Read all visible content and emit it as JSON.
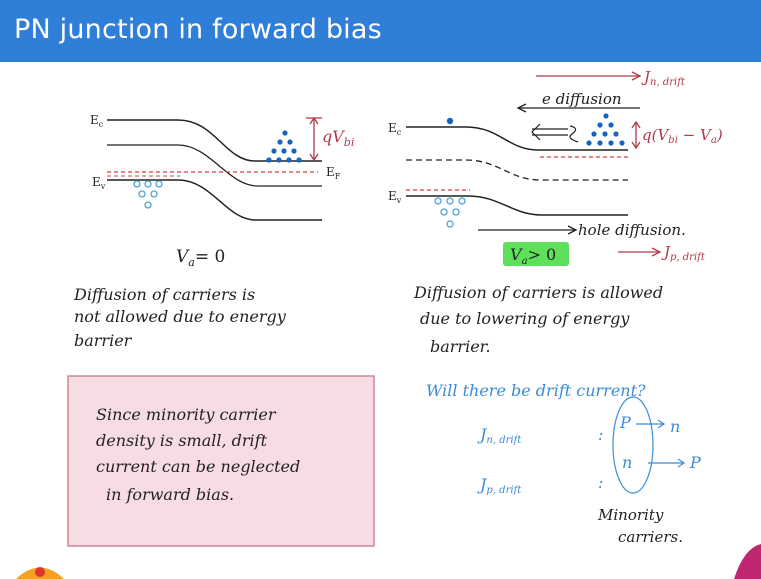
{
  "slide": {
    "title": "PN junction in forward bias"
  },
  "colors": {
    "title_bg": "#2f7ed8",
    "ink": "#222222",
    "electron_blue": "#1565c0",
    "hole_blue": "#4fa3d9",
    "red_ink": "#b03a48",
    "fermi_red": "#d04040",
    "blue_ink": "#3a8bd8",
    "highlight": "#5ee05a",
    "note_bg": "#f7dde3",
    "note_border": "#c98a96"
  },
  "left_diagram": {
    "ec_label": "E",
    "ec_sub": "c",
    "ev_label": "E",
    "ev_sub": "v",
    "ef_label": "E",
    "ef_sub": "F",
    "barrier_label": "qV",
    "barrier_sub": "bi",
    "bias_label": "V",
    "bias_sub": "a",
    "bias_value": "= 0"
  },
  "right_diagram": {
    "ec_label": "E",
    "ec_sub": "c",
    "ev_label": "E",
    "ev_sub": "v",
    "barrier_label": "q(V",
    "barrier_sub1": "bi",
    "barrier_mid": " − V",
    "barrier_sub2": "a",
    "barrier_end": ")",
    "bias_label": "V",
    "bias_sub": "a",
    "bias_value": "> 0",
    "jn_drift": "J",
    "jn_drift_sub": "n, drift",
    "e_diffusion": "e diffusion",
    "hole_diffusion": "hole diffusion.",
    "jp_drift": "J",
    "jp_drift_sub": "p, drift"
  },
  "notes": {
    "left_1": "Diffusion of carriers is",
    "left_2": "not allowed due to energy",
    "left_3": "barrier",
    "right_1": "Diffusion of carriers is allowed",
    "right_2": "due to lowering of energy",
    "right_3": "barrier.",
    "question": "Will there be drift current?",
    "jn_label": "J",
    "jn_sub": "n, drift",
    "jn_colon": ":",
    "jn_from": "P",
    "jn_to": "n",
    "jp_label": "J",
    "jp_sub": "p, drift",
    "jp_colon": ":",
    "jp_from": "n",
    "jp_to": "P",
    "minority_1": "Minority",
    "minority_2": "carriers."
  },
  "note_box": {
    "line1": "Since minority carrier",
    "line2": "density is small, drift",
    "line3": "current can be neglected",
    "line4": "in forward bias."
  }
}
